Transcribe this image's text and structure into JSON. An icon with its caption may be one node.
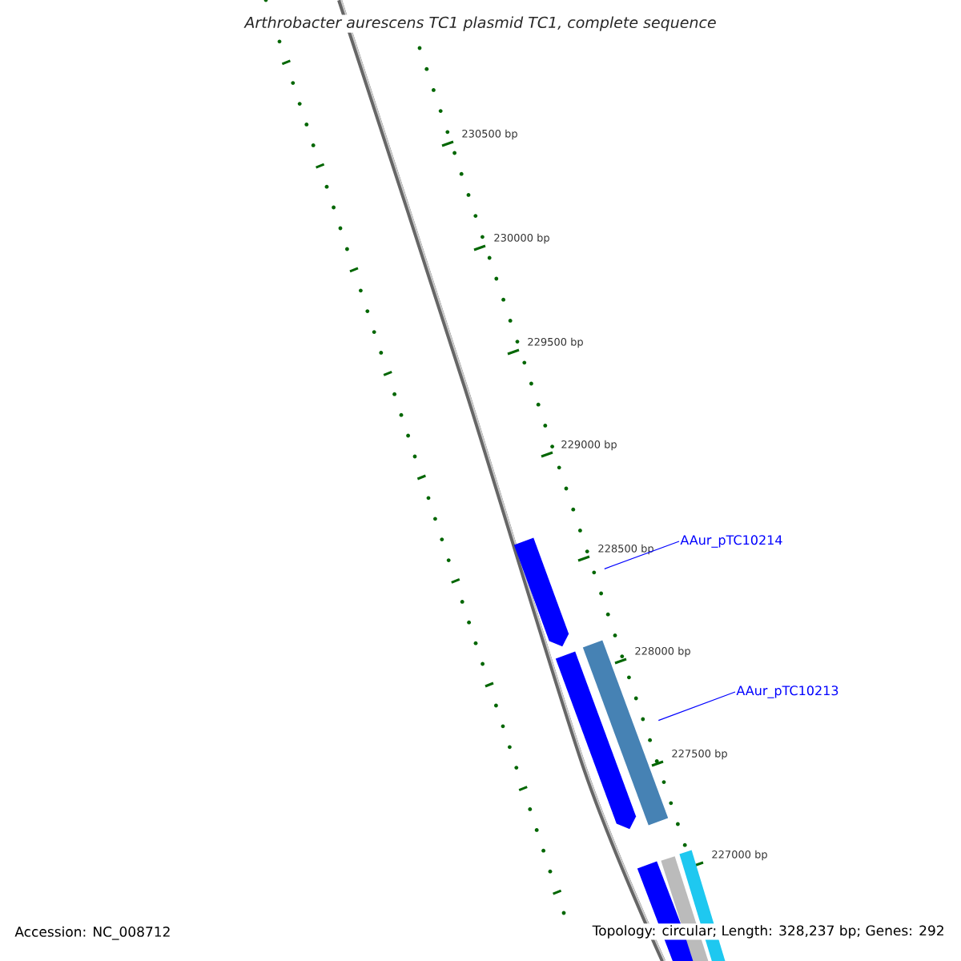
{
  "diagram": {
    "title": "Arthrobacter aurescens TC1 plasmid TC1, complete sequence",
    "nodes": [
      {
        "text": [
          "AAur_pTC10214"
        ]
      },
      {
        "text": [],
        "shape": "bar"
      },
      {
        "text": [
          "AAur_pTC10213"
        ]
      },
      {
        "text": [],
        "shape": "bar"
      },
      {
        "text": [],
        "shape": "bar"
      },
      {
        "text": [],
        "shape": "bar"
      },
      {
        "text": [],
        "shape": "bar"
      },
      {
        "text": [],
        "shape": "bar"
      }
    ],
    "edges": [
      {
        "from": 0,
        "to": 1,
        "arrow": "none"
      },
      {
        "from": 2,
        "to": 4,
        "arrow": "none"
      }
    ],
    "labels": [
      "230500 bp",
      "230000 bp",
      "229500 bp",
      "229000 bp",
      "228500 bp",
      "228000 bp",
      "227500 bp",
      "227000 bp",
      "Accession: NC_008712",
      "Topology: circular; Length: 328,237 bp; Genes: 292"
    ]
  }
}
